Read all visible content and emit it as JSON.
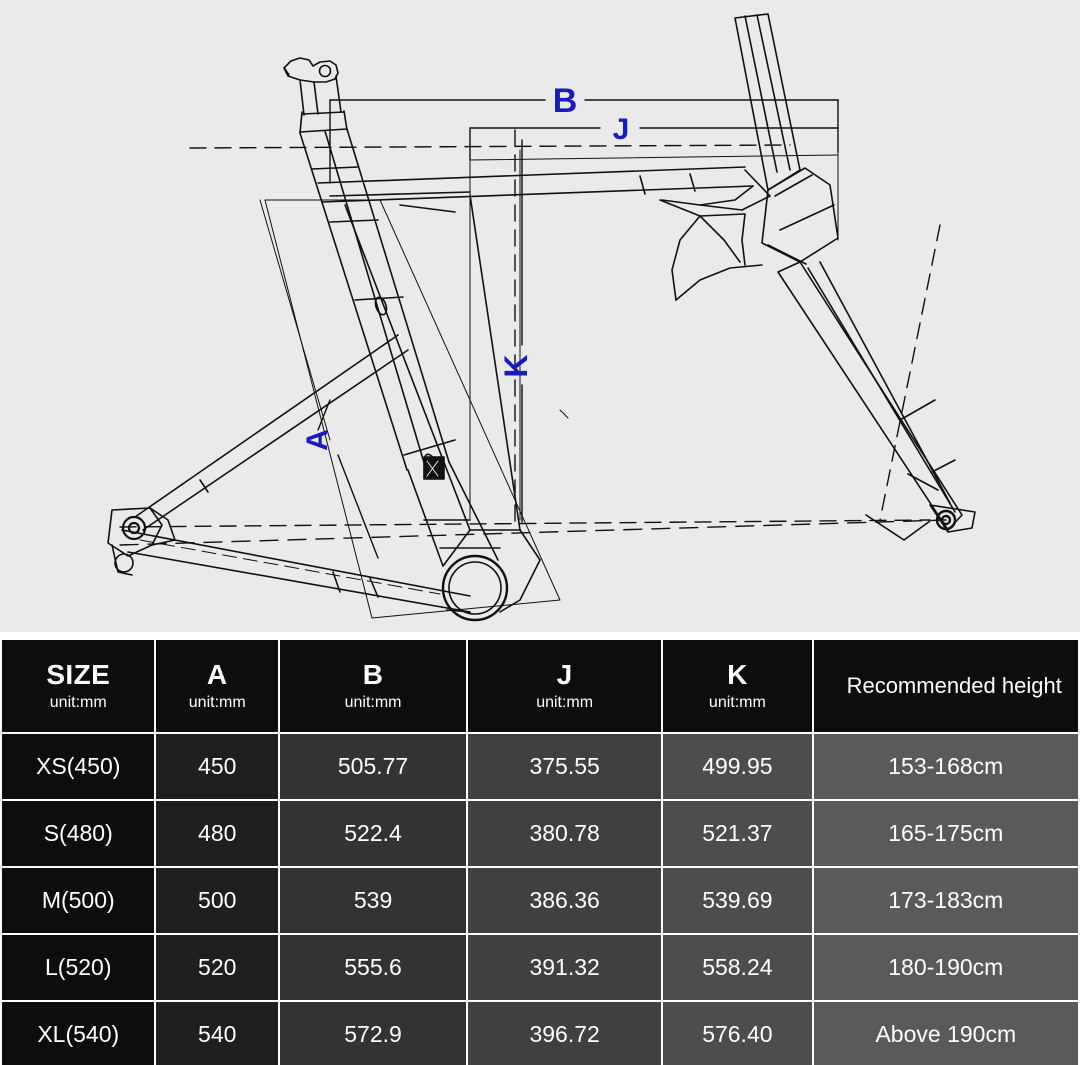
{
  "diagram": {
    "title": "bicycle-frame-geometry-drawing",
    "background_color": "#eaeaea",
    "line_color": "#000000",
    "label_color": "#1a1ac0",
    "labels": [
      {
        "id": "A",
        "text": "A",
        "rotated": true
      },
      {
        "id": "B",
        "text": "B",
        "rotated": false
      },
      {
        "id": "J",
        "text": "J",
        "rotated": false
      },
      {
        "id": "K",
        "text": "K",
        "rotated": true
      }
    ]
  },
  "table": {
    "columns": [
      {
        "key": "size",
        "letter": "SIZE",
        "unit": "unit:mm"
      },
      {
        "key": "a",
        "letter": "A",
        "unit": "unit:mm"
      },
      {
        "key": "b",
        "letter": "B",
        "unit": "unit:mm"
      },
      {
        "key": "j",
        "letter": "J",
        "unit": "unit:mm"
      },
      {
        "key": "k",
        "letter": "K",
        "unit": "unit:mm"
      },
      {
        "key": "rec",
        "letter": "Recommended height",
        "unit": ""
      }
    ],
    "rows": [
      {
        "size": "XS(450)",
        "a": "450",
        "b": "505.77",
        "j": "375.55",
        "k": "499.95",
        "rec": "153-168cm"
      },
      {
        "size": "S(480)",
        "a": "480",
        "b": "522.4",
        "j": "380.78",
        "k": "521.37",
        "rec": "165-175cm"
      },
      {
        "size": "M(500)",
        "a": "500",
        "b": "539",
        "j": "386.36",
        "k": "539.69",
        "rec": "173-183cm"
      },
      {
        "size": "L(520)",
        "a": "520",
        "b": "555.6",
        "j": "391.32",
        "k": "558.24",
        "rec": "180-190cm"
      },
      {
        "size": "XL(540)",
        "a": "540",
        "b": "572.9",
        "j": "396.72",
        "k": "576.40",
        "rec": "Above 190cm"
      }
    ]
  },
  "chart_data": {
    "type": "table",
    "title": "Bicycle frame size chart",
    "categories": [
      "XS(450)",
      "S(480)",
      "M(500)",
      "L(520)",
      "XL(540)"
    ],
    "series": [
      {
        "name": "A (unit:mm)",
        "values": [
          450,
          480,
          500,
          520,
          540
        ]
      },
      {
        "name": "B (unit:mm)",
        "values": [
          505.77,
          522.4,
          539,
          555.6,
          572.9
        ]
      },
      {
        "name": "J (unit:mm)",
        "values": [
          375.55,
          380.78,
          386.36,
          391.32,
          396.72
        ]
      },
      {
        "name": "K (unit:mm)",
        "values": [
          499.95,
          521.37,
          539.69,
          558.24,
          576.4
        ]
      }
    ],
    "recommended_height": [
      "153-168cm",
      "165-175cm",
      "173-183cm",
      "180-190cm",
      "Above 190cm"
    ],
    "xlabel": "SIZE",
    "ylabel": "mm"
  }
}
